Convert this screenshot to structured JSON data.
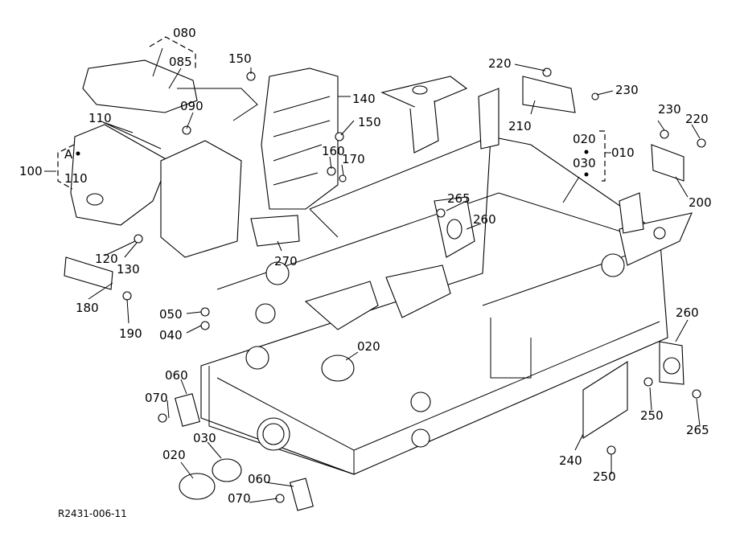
{
  "diagram": {
    "reference": "R2431-006-11",
    "labels": {
      "l080": "080",
      "l085": "085",
      "l150a": "150",
      "l090": "090",
      "l110a": "110",
      "lA": "A",
      "l100": "100",
      "l110b": "110",
      "l140": "140",
      "l150b": "150",
      "l160": "160",
      "l170": "170",
      "l220a": "220",
      "l230a": "230",
      "l210": "210",
      "l020a": "020",
      "l030a": "030",
      "l010": "010",
      "l230b": "230",
      "l220b": "220",
      "l200": "200",
      "l265a": "265",
      "l260a": "260",
      "l270": "270",
      "l120": "120",
      "l130": "130",
      "l180": "180",
      "l190": "190",
      "l050": "050",
      "l040": "040",
      "l020b": "020",
      "l060a": "060",
      "l070a": "070",
      "l030b": "030",
      "l020c": "020",
      "l060b": "060",
      "l070b": "070",
      "l260b": "260",
      "l250a": "250",
      "l265b": "265",
      "l240": "240",
      "l250b": "250"
    }
  }
}
